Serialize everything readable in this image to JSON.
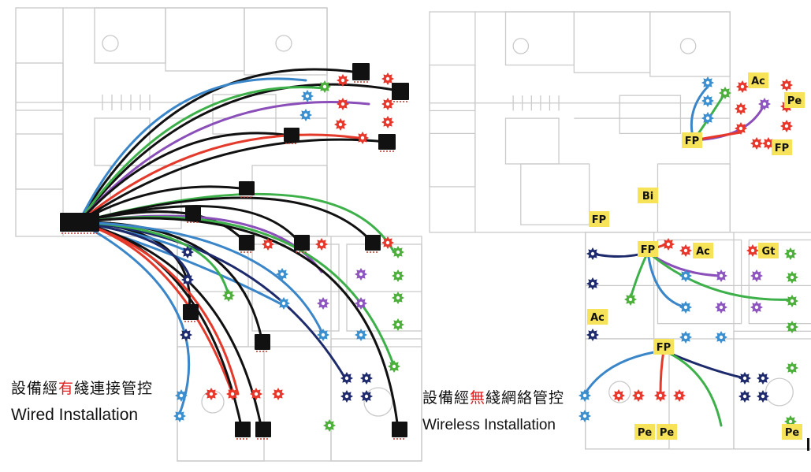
{
  "captions": {
    "wired": {
      "zh_pre": "設備經",
      "zh_hl": "有",
      "zh_post": "綫連接管控",
      "en": "Wired Installation"
    },
    "wireless": {
      "zh_pre": "設備經",
      "zh_hl": "無",
      "zh_post": "綫網絡管控",
      "en": "Wireless Installation"
    }
  },
  "wireless_labels": {
    "fp": "FP",
    "ac": "Ac",
    "pe": "Pe",
    "bi": "Bi",
    "gt": "Gt"
  },
  "colors": {
    "wire_black": "#111111",
    "wire_blue": "#3a86c8",
    "wire_green": "#3db04a",
    "wire_red": "#e43a2c",
    "wire_purple": "#8a4fb8",
    "wire_navy": "#1d2a6b",
    "device_red": "#e8362a",
    "device_blue": "#3a8fd0",
    "device_green": "#4caf3a",
    "device_purple": "#8e55c0",
    "device_navy": "#1f2a6e",
    "label_bg": "#f7e35a",
    "floorplan": "#c9c9c9"
  }
}
